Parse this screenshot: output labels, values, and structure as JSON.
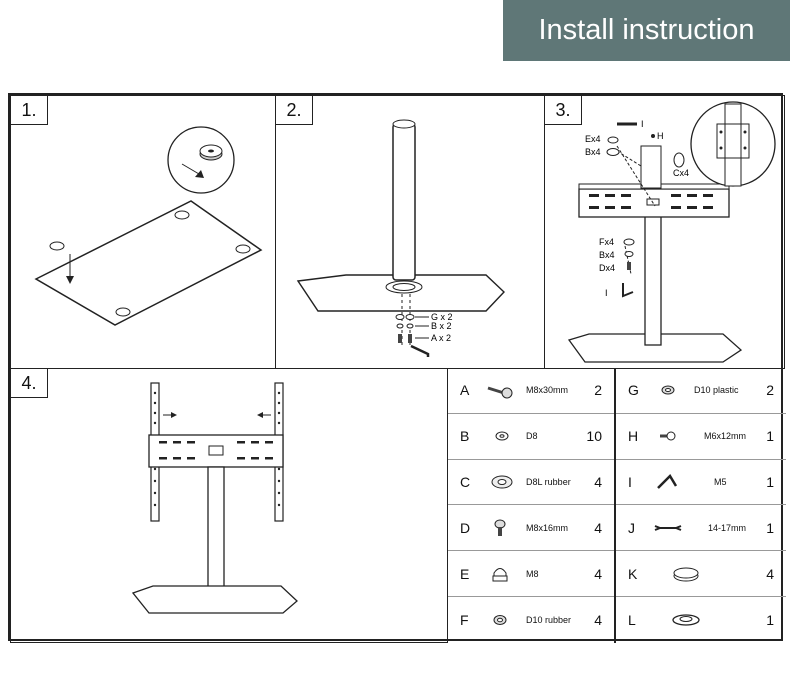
{
  "header": {
    "title": "Install instruction"
  },
  "steps": [
    {
      "label": "1."
    },
    {
      "label": "2."
    },
    {
      "label": "3."
    },
    {
      "label": "4."
    }
  ],
  "step2_callouts": [
    "G x 2",
    "B x 2",
    "A x 2"
  ],
  "step3_callouts": {
    "top": [
      "Ex4",
      "Bx4",
      "Cx4",
      "H",
      "I"
    ],
    "bottom": [
      "Fx4",
      "Bx4",
      "Dx4",
      "I"
    ]
  },
  "parts": [
    {
      "letter": "A",
      "size": "M8x30mm",
      "qty": "2",
      "icon": "bolt-long-icon"
    },
    {
      "letter": "B",
      "size": "D8",
      "qty": "10",
      "icon": "washer-small-icon"
    },
    {
      "letter": "C",
      "size": "D8L rubber",
      "qty": "4",
      "icon": "rubber-washer-icon"
    },
    {
      "letter": "D",
      "size": "M8x16mm",
      "qty": "4",
      "icon": "bolt-short-icon"
    },
    {
      "letter": "E",
      "size": "M8",
      "qty": "4",
      "icon": "cap-nut-icon"
    },
    {
      "letter": "F",
      "size": "D10 rubber",
      "qty": "4",
      "icon": "rubber-ring-icon"
    },
    {
      "letter": "G",
      "size": "D10  plastic",
      "qty": "2",
      "icon": "plastic-washer-icon"
    },
    {
      "letter": "H",
      "size": "M6x12mm",
      "qty": "1",
      "icon": "screw-small-icon"
    },
    {
      "letter": "I",
      "size": "M5",
      "qty": "1",
      "icon": "allen-key-icon"
    },
    {
      "letter": "J",
      "size": "14-17mm",
      "qty": "1",
      "icon": "wrench-icon"
    },
    {
      "letter": "K",
      "size": "",
      "qty": "4",
      "icon": "foot-pad-icon"
    },
    {
      "letter": "L",
      "size": "",
      "qty": "1",
      "icon": "ring-cover-icon"
    }
  ]
}
